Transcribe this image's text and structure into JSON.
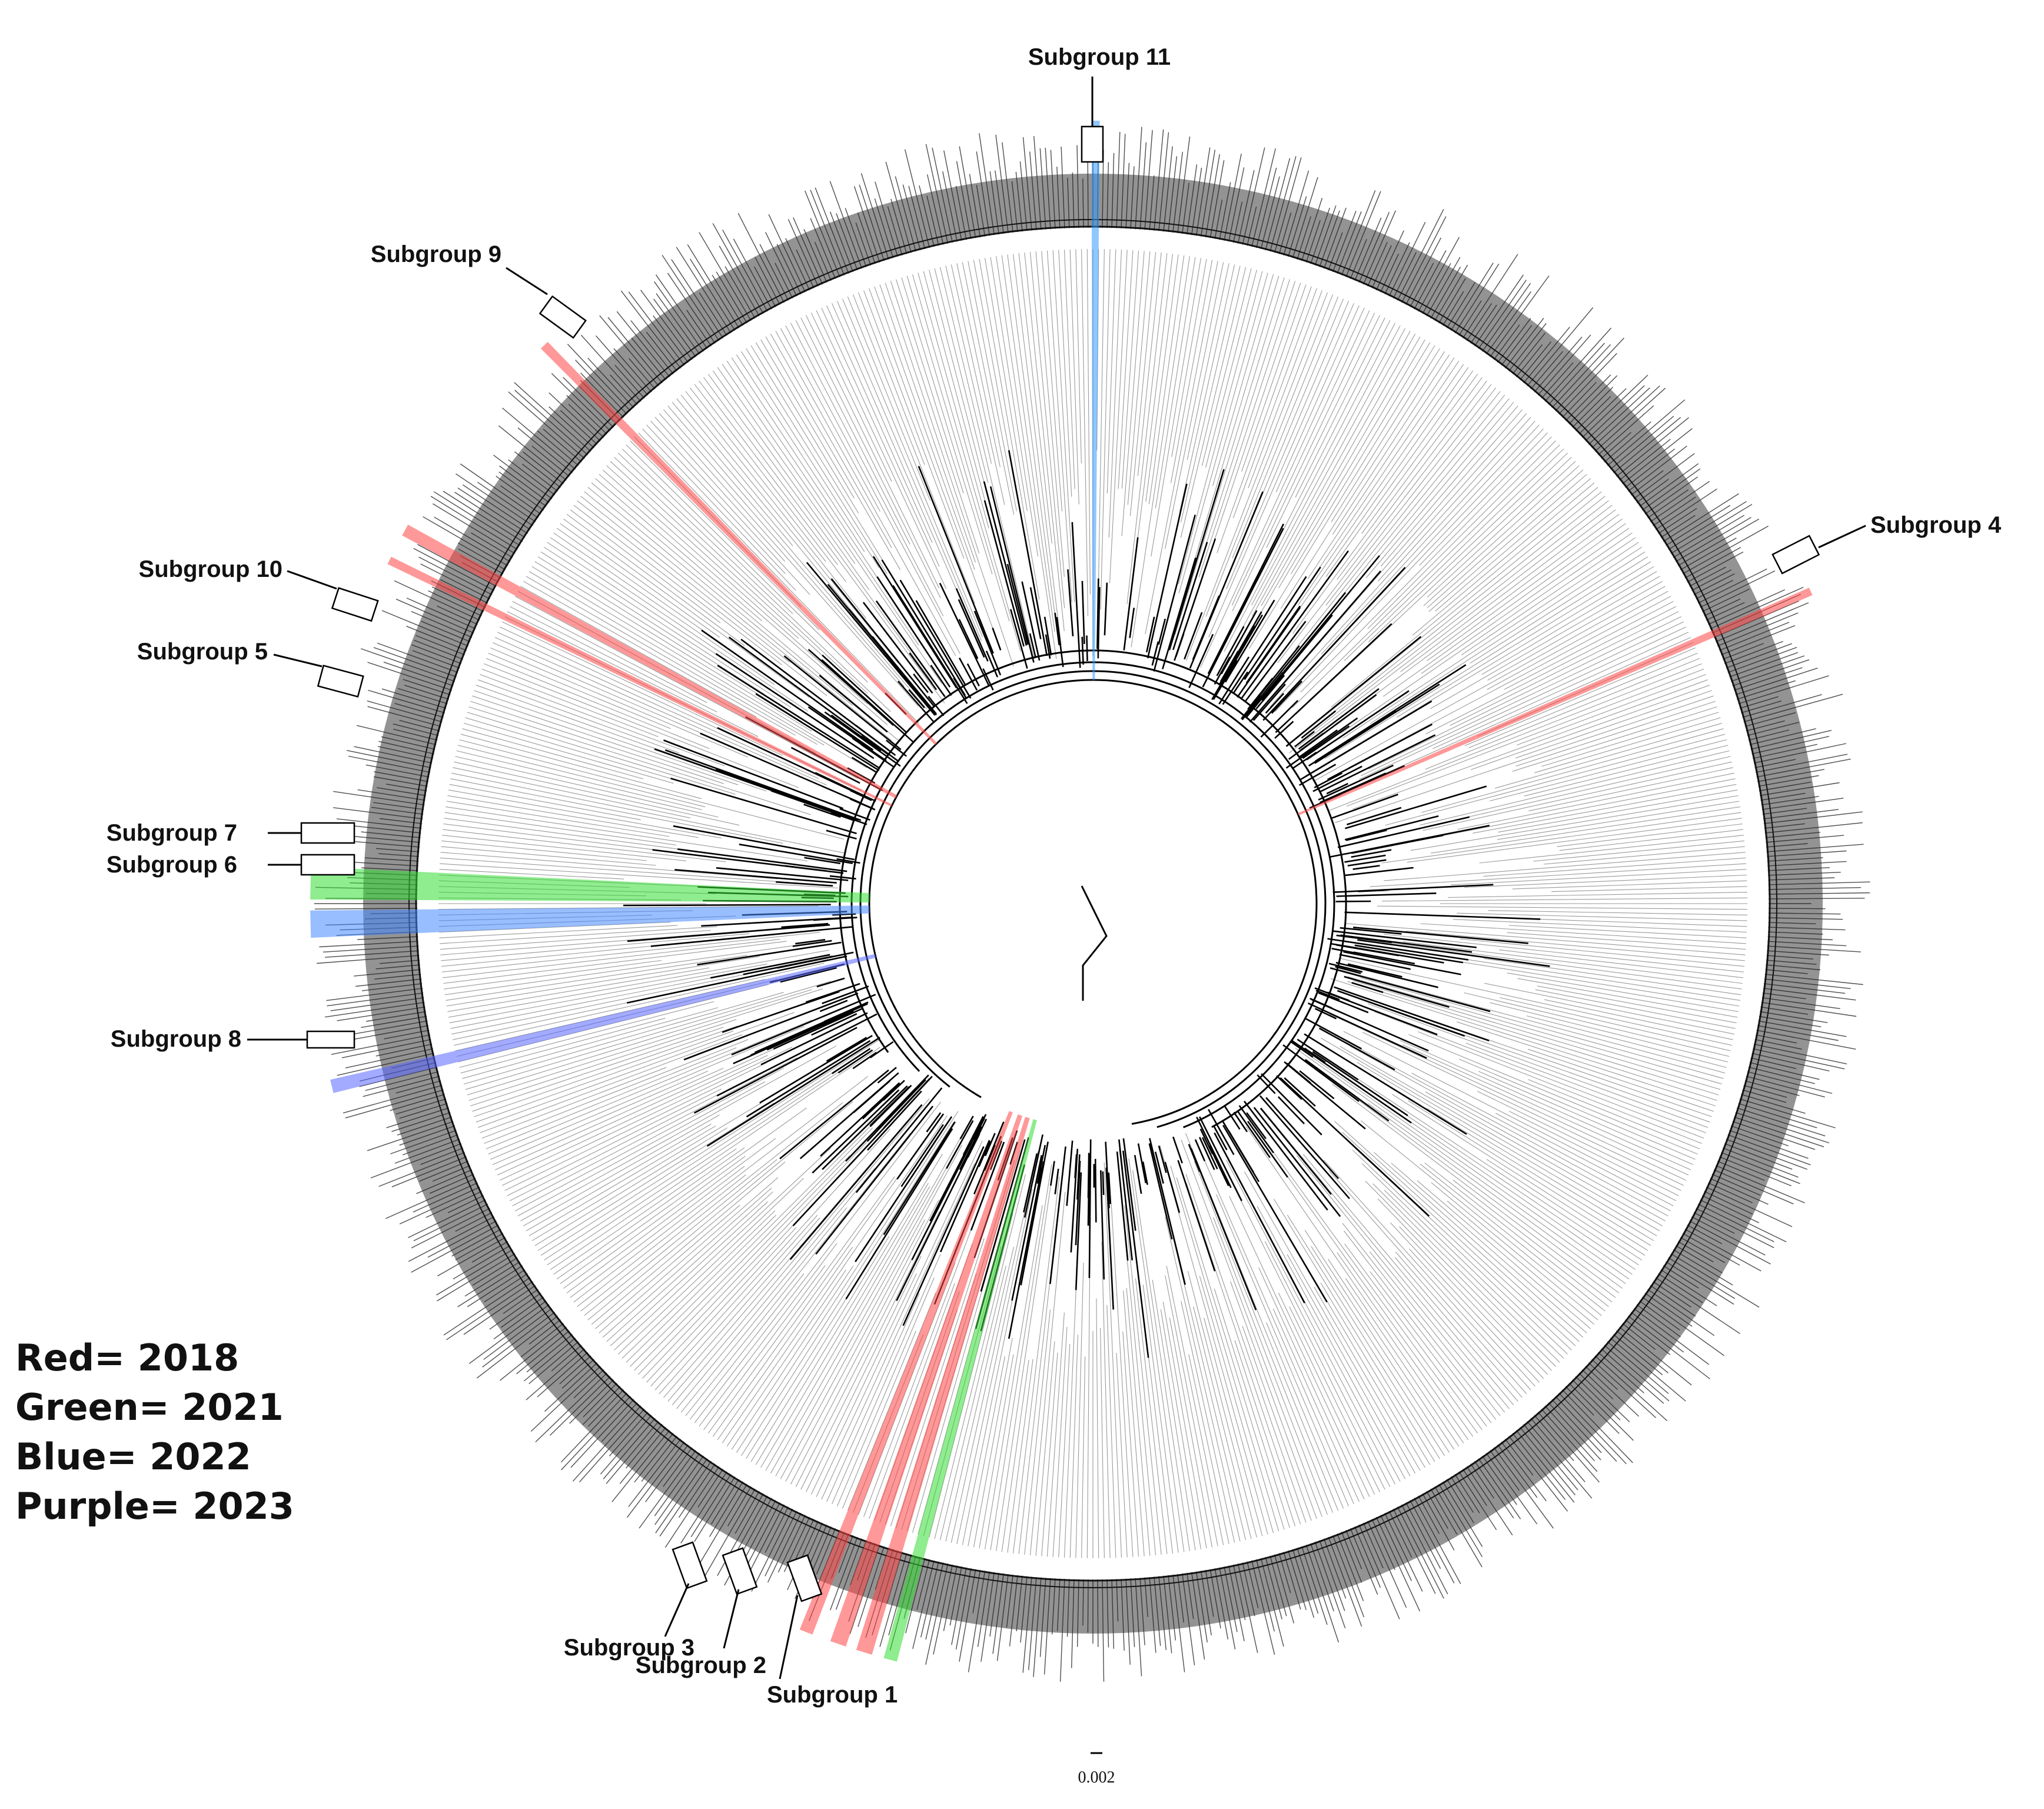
{
  "subgroups": [
    {
      "id": 1,
      "label": "Subgroup 1",
      "color": "#ff3b3b"
    },
    {
      "id": 2,
      "label": "Subgroup 2",
      "color": "#ff3b3b"
    },
    {
      "id": 3,
      "label": "Subgroup 3",
      "color": "#ff3b3b"
    },
    {
      "id": 4,
      "label": "Subgroup 4",
      "color": "#ff3b3b"
    },
    {
      "id": 5,
      "label": "Subgroup 5",
      "color": "#ff3b3b"
    },
    {
      "id": 6,
      "label": "Subgroup 6",
      "color": "#35c8ff"
    },
    {
      "id": 7,
      "label": "Subgroup 7",
      "color": "#33dd33"
    },
    {
      "id": 8,
      "label": "Subgroup 8",
      "color": "#35c8ff"
    },
    {
      "id": 9,
      "label": "Subgroup 9",
      "color": "#ff3b3b"
    },
    {
      "id": 10,
      "label": "Subgroup 10",
      "color": "#ff3b3b"
    },
    {
      "id": 11,
      "label": "Subgroup 11",
      "color": "#35c8ff"
    }
  ],
  "legend": [
    {
      "text": "Red= 2018",
      "color": "#ff0000"
    },
    {
      "text": "Green= 2021",
      "color": "#00cc00"
    },
    {
      "text": "Blue= 2022",
      "color": "#0000ff"
    },
    {
      "text": "Purple= 2023",
      "color": "#800080"
    }
  ],
  "scale_bar": {
    "value": "0.002"
  }
}
